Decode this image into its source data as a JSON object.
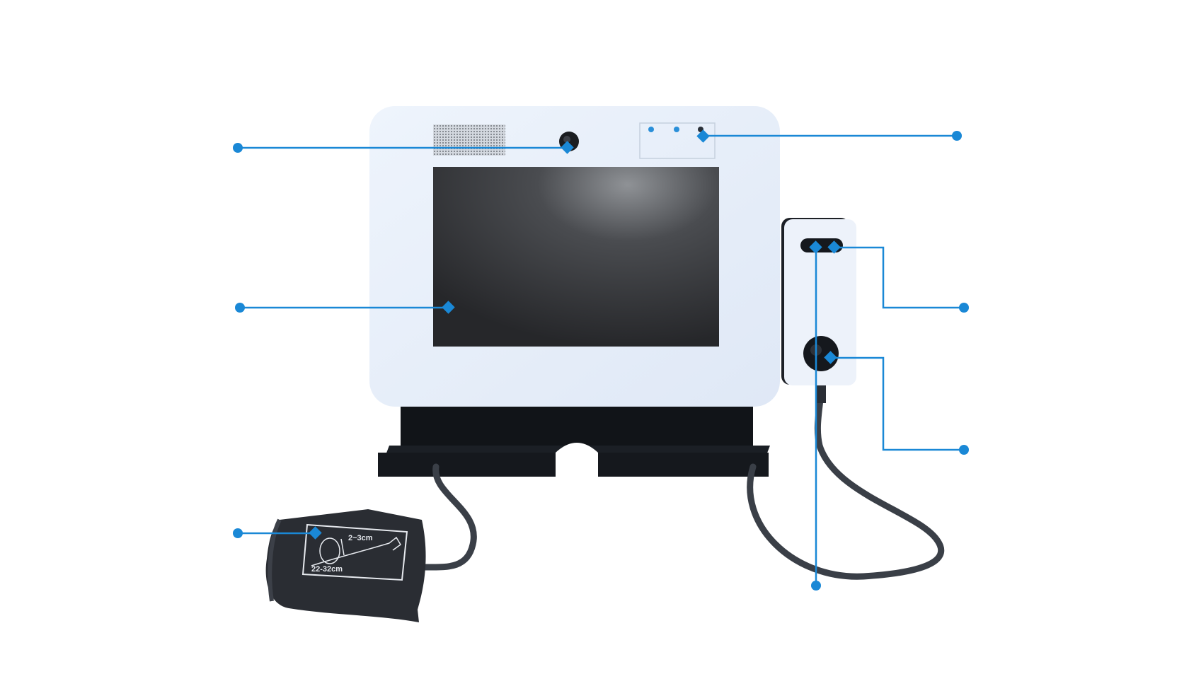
{
  "diagram": {
    "cuff_labels": {
      "band": "2~3cm",
      "range": "22-32cm"
    },
    "colors": {
      "callout": "#1a88d6",
      "device_body": "#e8f0fb",
      "screen": "#2f3033",
      "base": "#14171c",
      "cuff": "#2a2d33",
      "cable": "#3a3f47"
    },
    "callouts": [
      {
        "id": "camera",
        "side": "left"
      },
      {
        "id": "screen",
        "side": "left"
      },
      {
        "id": "indicator-lights",
        "side": "right"
      },
      {
        "id": "sensor-window",
        "side": "right"
      },
      {
        "id": "module-button",
        "side": "right"
      },
      {
        "id": "module-sensor",
        "side": "bottom"
      },
      {
        "id": "blood-pressure-cuff",
        "side": "left"
      }
    ]
  }
}
